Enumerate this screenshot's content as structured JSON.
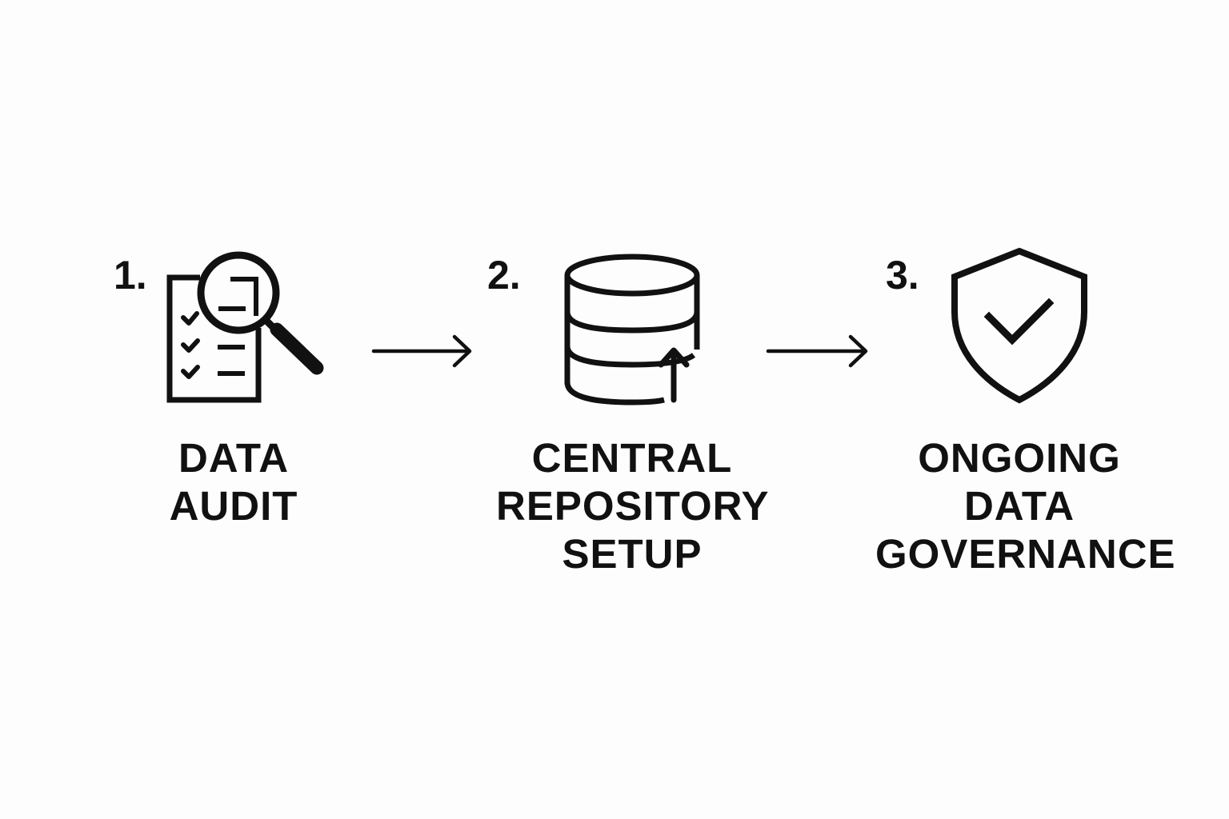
{
  "steps": [
    {
      "number": "1.",
      "icon": "checklist-magnifier-icon",
      "label_lines": [
        "DATA",
        "AUDIT"
      ]
    },
    {
      "number": "2.",
      "icon": "database-upload-icon",
      "label_lines": [
        "CENTRAL",
        "REPOSITORY",
        "SETUP"
      ]
    },
    {
      "number": "3.",
      "icon": "shield-check-icon",
      "label_lines": [
        "ONGOING",
        "DATA",
        "GOVERNANCE"
      ]
    }
  ],
  "connectors": [
    "arrow-right-icon",
    "arrow-right-icon"
  ],
  "colors": {
    "background": "#fdfdfd",
    "ink": "#111111"
  }
}
